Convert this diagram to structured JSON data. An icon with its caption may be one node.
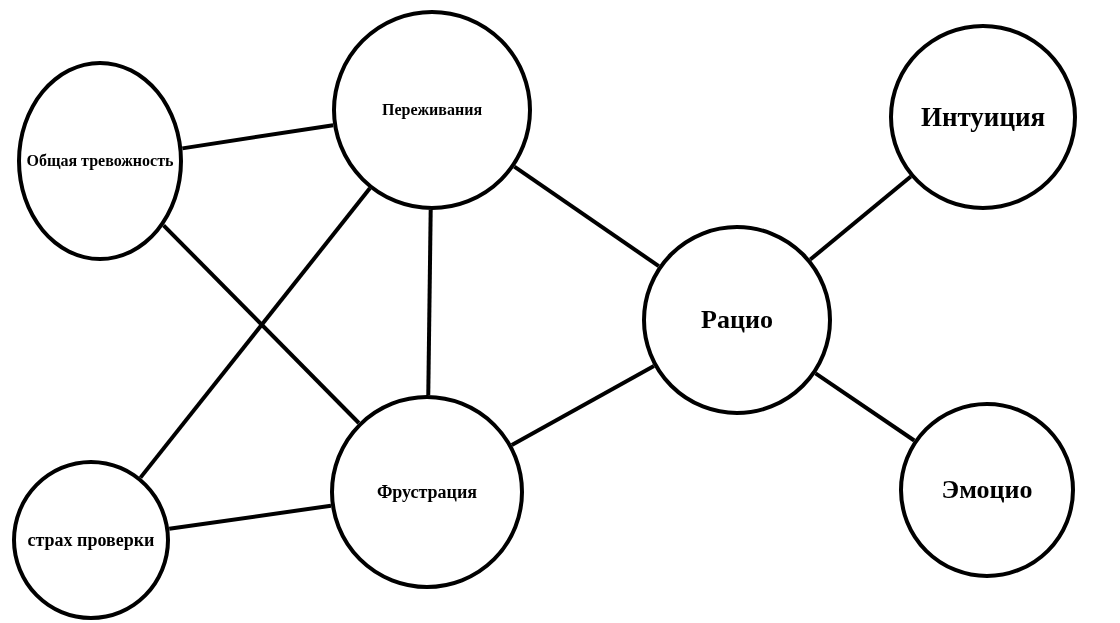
{
  "diagram": {
    "nodes": [
      {
        "text": [
          "Общая тревожность"
        ]
      },
      {
        "text": [
          "Переживания"
        ]
      },
      {
        "text": [
          "Интуиция"
        ]
      },
      {
        "text": [
          "Рацио"
        ]
      },
      {
        "text": [
          "страх проверки"
        ]
      },
      {
        "text": [
          "Фрустрация"
        ]
      },
      {
        "text": [
          "Эмоцио"
        ]
      }
    ],
    "edges": [
      {
        "from": 0,
        "to": 1,
        "arrow": "none"
      },
      {
        "from": 0,
        "to": 5,
        "arrow": "none"
      },
      {
        "from": 4,
        "to": 1,
        "arrow": "none"
      },
      {
        "from": 1,
        "to": 5,
        "arrow": "none"
      },
      {
        "from": 1,
        "to": 3,
        "arrow": "none"
      },
      {
        "from": 4,
        "to": 5,
        "arrow": "none"
      },
      {
        "from": 5,
        "to": 3,
        "arrow": "none"
      },
      {
        "from": 3,
        "to": 2,
        "arrow": "none"
      },
      {
        "from": 3,
        "to": 6,
        "arrow": "none"
      }
    ]
  }
}
